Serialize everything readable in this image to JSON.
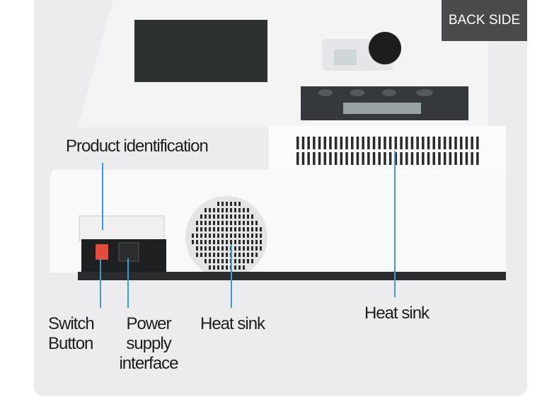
{
  "badge": {
    "label": "BACK SIDE"
  },
  "callouts": {
    "product_identification": "Product identification",
    "switch_button": [
      "Switch",
      "Button"
    ],
    "power_supply": [
      "Power",
      "supply",
      "interface"
    ],
    "heat_sink_round": "Heat sink",
    "heat_sink_side": "Heat sink"
  },
  "colors": {
    "callout_line": "#3b9ad8",
    "badge_bg": "#4a4a4c"
  }
}
